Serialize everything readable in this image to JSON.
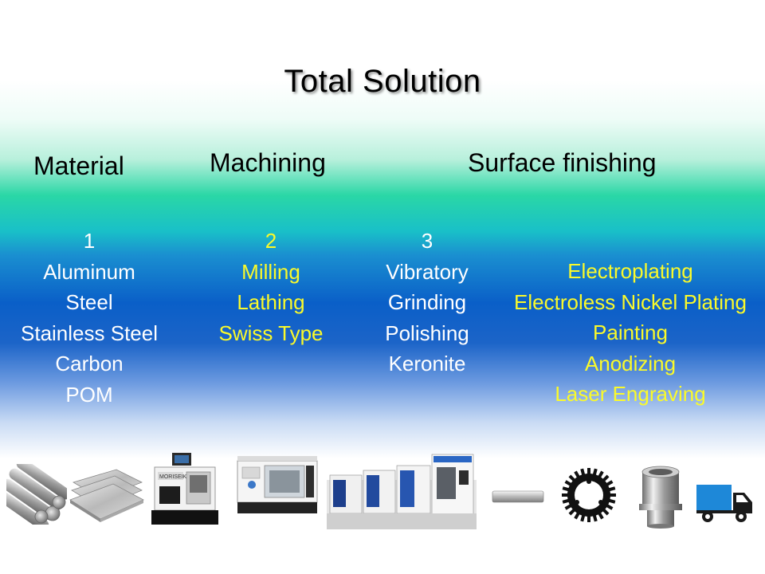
{
  "title": "Total Solution",
  "headings": {
    "material": "Material",
    "machining": "Machining",
    "surface": "Surface finishing"
  },
  "columns": {
    "material": {
      "number": "1",
      "items": [
        "Aluminum",
        "Steel",
        "Stainless Steel",
        "Carbon",
        "POM"
      ]
    },
    "machining": {
      "number": "2",
      "items": [
        "Milling",
        "Lathing",
        "Swiss Type"
      ]
    },
    "finishing": {
      "number": "3",
      "items": [
        "Vibratory",
        "Grinding",
        "Polishing",
        "Keronite"
      ]
    },
    "coating": {
      "items": [
        "Electroplating",
        "Electroless Nickel Plating",
        "Painting",
        "Anodizing",
        "Laser Engraving"
      ]
    }
  },
  "colors": {
    "white_text": "#ffffff",
    "yellow_text": "#fafa2a",
    "truck_blue": "#1e88d8"
  },
  "images": [
    "metal-rods-image",
    "aluminum-sheets-image",
    "swiss-lathe-image",
    "cnc-lathe-image",
    "machining-centers-image",
    "metal-bar-image",
    "chainring-image",
    "metal-bushing-image",
    "truck-icon"
  ]
}
